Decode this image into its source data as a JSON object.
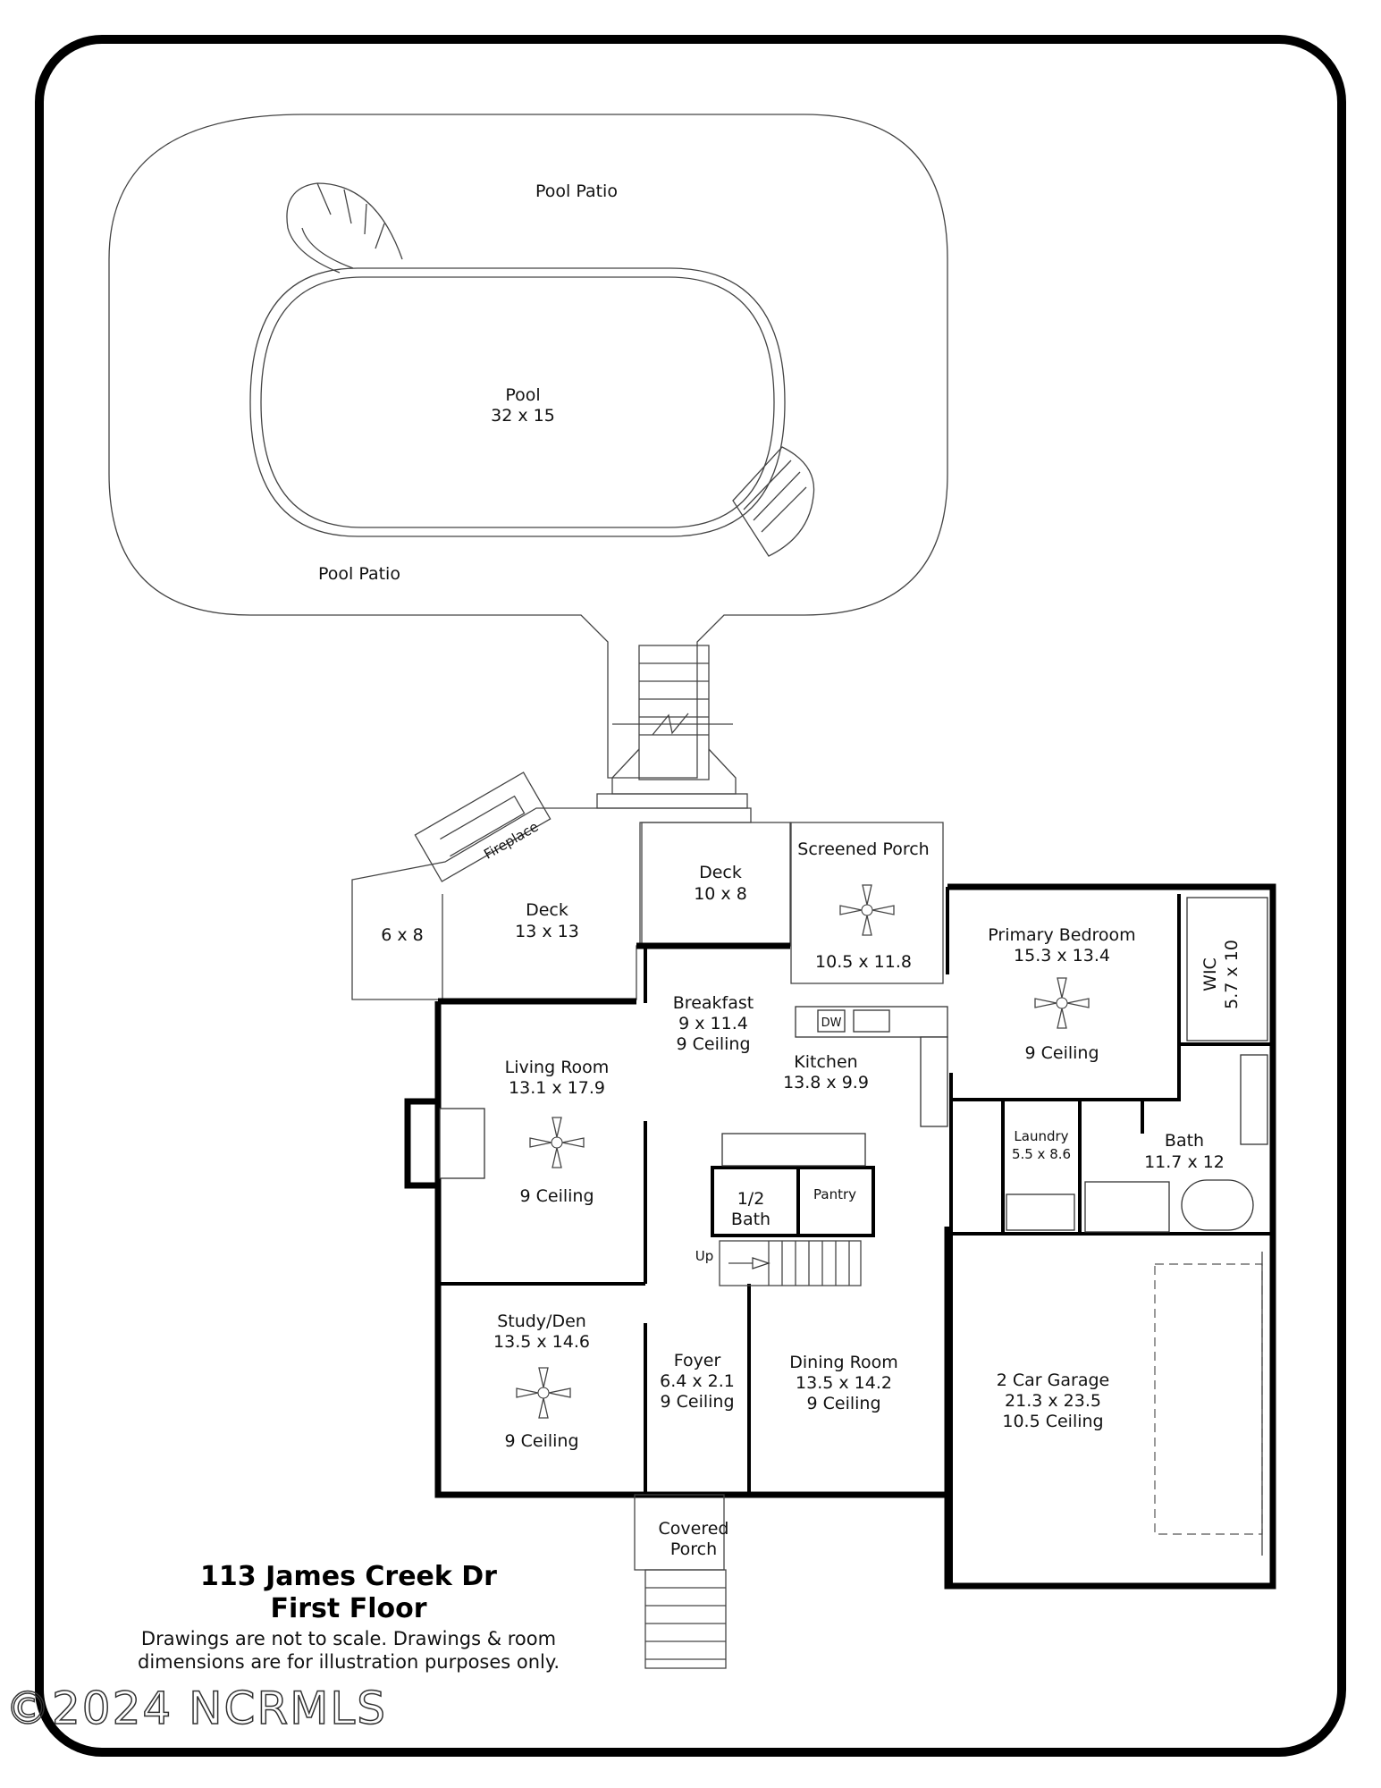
{
  "title": {
    "address": "113 James Creek Dr",
    "floor": "First Floor"
  },
  "disclaimer": {
    "line1": "Drawings are not to scale. Drawings & room",
    "line2": "dimensions are for illustration purposes only."
  },
  "watermark": "©2024 NCRMLS",
  "rooms": {
    "pool_patio_top": "Pool Patio",
    "pool_patio_bottom": "Pool Patio",
    "pool": {
      "name": "Pool",
      "dims": "32 x 15"
    },
    "fireplace": "Fireplace",
    "deck_small": {
      "name": "6 x 8"
    },
    "deck_main": {
      "name": "Deck",
      "dims": "13 x 13"
    },
    "deck_mid": {
      "name": "Deck",
      "dims": "10 x 8"
    },
    "screened_porch": {
      "name": "Screened Porch",
      "dims": "10.5 x 11.8"
    },
    "primary_bedroom": {
      "name": "Primary Bedroom",
      "dims": "15.3 x 13.4",
      "ceiling": "9 Ceiling"
    },
    "wic": {
      "name": "WIC",
      "dims": "5.7 x 10"
    },
    "breakfast": {
      "name": "Breakfast",
      "dims": "9 x 11.4",
      "ceiling": "9 Ceiling"
    },
    "kitchen": {
      "name": "Kitchen",
      "dims": "13.8 x 9.9",
      "dw": "DW"
    },
    "living_room": {
      "name": "Living Room",
      "dims": "13.1 x 17.9",
      "ceiling": "9 Ceiling"
    },
    "laundry": {
      "name": "Laundry",
      "dims": "5.5 x 8.6"
    },
    "bath": {
      "name": "Bath",
      "dims": "11.7 x 12"
    },
    "half_bath": {
      "name": "1/2",
      "name2": "Bath"
    },
    "pantry": {
      "name": "Pantry"
    },
    "stairs_up": "Up",
    "study": {
      "name": "Study/Den",
      "dims": "13.5 x 14.6",
      "ceiling": "9 Ceiling"
    },
    "foyer": {
      "name": "Foyer",
      "dims": "6.4 x 2.1",
      "ceiling": "9 Ceiling"
    },
    "dining_room": {
      "name": "Dining Room",
      "dims": "13.5 x 14.2",
      "ceiling": "9 Ceiling"
    },
    "garage": {
      "name": "2 Car Garage",
      "dims": "21.3 x 23.5",
      "ceiling": "10.5 Ceiling"
    },
    "covered_porch": {
      "name": "Covered",
      "name2": "Porch"
    }
  }
}
